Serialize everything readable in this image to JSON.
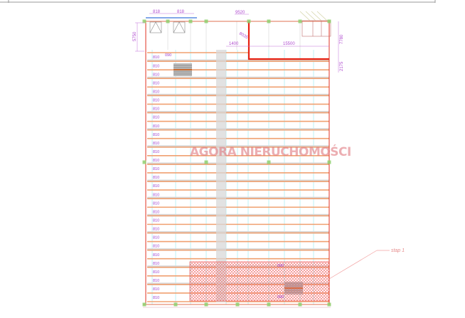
{
  "drawing": {
    "dimensions": {
      "left_height": "5750",
      "inner_offset": "1400",
      "office_width": "15500",
      "right_upper": "7780",
      "right_lower": "2175",
      "diagonal": "8035",
      "top_left_a": "818",
      "top_left_b": "818",
      "top_mid": "9520"
    },
    "rack_label": "810",
    "rack_row_count": 29,
    "aux_label": "090",
    "stage_label": "stap 1",
    "colors": {
      "rack_beam": "#f0a070",
      "aisle": "#d8d8d8",
      "wall": "#e03020",
      "column": "#8fd070",
      "grid": "#7fe6ea",
      "dimension": "#b04cd0",
      "hatch": "#f07070"
    }
  },
  "watermark": {
    "title": "AGORA NIERUCHOMOŚCI"
  }
}
